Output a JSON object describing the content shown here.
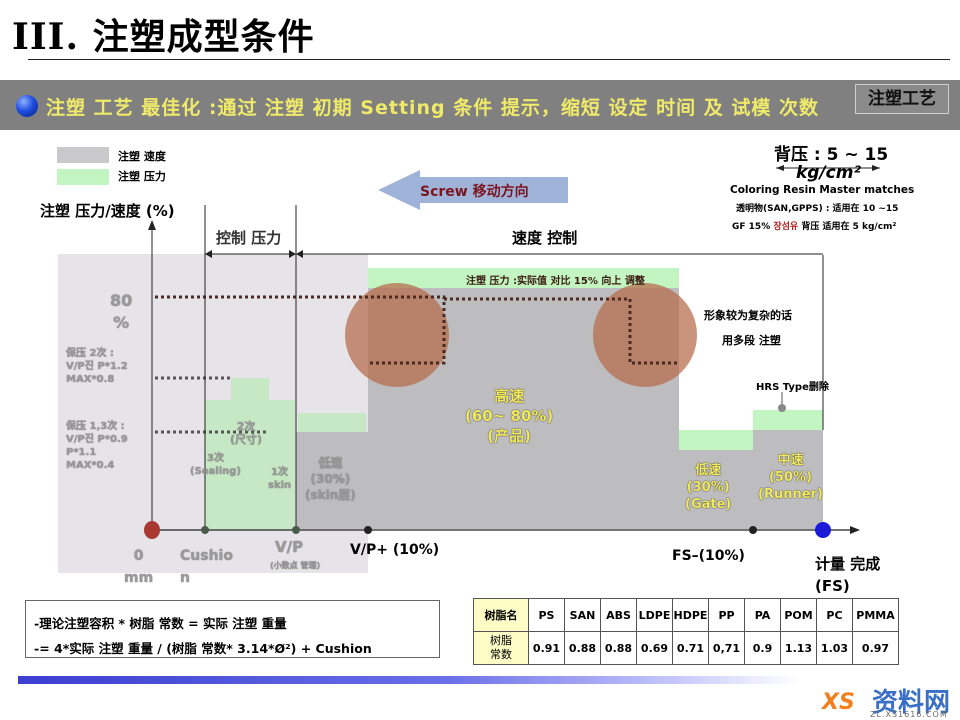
{
  "page": {
    "title": "III.  注塑成型条件",
    "banner": {
      "text": "注塑 工艺 最佳化 :通过 注塑 初期 Setting 条件 提示，缩短 设定 时间 及 试模 次数",
      "tag": "注塑工艺"
    }
  },
  "legend": [
    {
      "label": "注塑 速度",
      "color": "#c9c9cb"
    },
    {
      "label": "注塑 压力",
      "color": "#c3f5c3"
    }
  ],
  "diagram": {
    "y_axis_title": "注塑 压力/速度 (%)",
    "screw_arrow": "Screw 移动方向",
    "pressure_control": "控制 压力",
    "speed_control": "速度 控制",
    "level_80": "80\n%",
    "hold2": "保压 2次 :\nV/P진 P*1.2\nMAX*0.8",
    "hold13": "保压 1,3次 :\nV/P진 P*0.9\nP*1.1\nMAX*0.4",
    "stage_2": "2次\n(尺寸)",
    "stage_3": "3次\n(Sealing)",
    "stage_1": "1次\nskin",
    "low_speed_skin": "低速\n(30%)\n(skin层)",
    "high_speed": "高速\n(60~ 80%)\n(产品)",
    "low_speed_gate": "低速\n(30%)\n(Gate)",
    "mid_speed_runner": "中速\n(50%)\n(Runner)",
    "pressure_note": "注塑 压力 :实际值 对比 15% 向上 调整",
    "complex_note_1": "形象较为复杂的话",
    "complex_note_2": "用多段 注塑",
    "hrs_note": "HRS Type删除",
    "back_pressure": "背压 : 5 ~ 15",
    "back_pressure_unit": "kg/cm²",
    "coloring": "Coloring Resin    Master matches",
    "transparent": "透明物(SAN,GPPS) : 适用在 10 ~15",
    "gf_prefix": "GF 15%",
    "gf_korean": "장섬유",
    "gf_suffix": "背压 适用在 5 kg/cm²",
    "x_labels": {
      "zero": "0\nmm",
      "cushion": "Cushio\nn",
      "vp": "V/P",
      "vp_sub": "(小数点 管理)",
      "vp_plus": "V/P+ (10%)",
      "fs_minus": "FS–(10%)",
      "metering": "计量 完成\n(FS)"
    }
  },
  "formula": {
    "line1": "-理论注塑容积 * 树脂 常数 = 实际 注塑 重量",
    "line2": "-= 4*实际 注塑 重量 / (树脂 常数* 3.14*Ø²) + Cushion"
  },
  "resin_table": {
    "header_label": "树脂名",
    "row_label": "树脂\n常数",
    "columns": [
      "PS",
      "SAN",
      "ABS",
      "LDPE",
      "HDPE",
      "PP",
      "PA",
      "POM",
      "PC",
      "PMMA"
    ],
    "values": [
      "0.91",
      "0.88",
      "0.88",
      "0.69",
      "0.71",
      "0,71",
      "0.9",
      "1.13",
      "1.03",
      "0.97"
    ]
  },
  "watermark": {
    "brand": "资料网",
    "url": "ZL.XS1616.COM",
    "logo": "XS"
  }
}
